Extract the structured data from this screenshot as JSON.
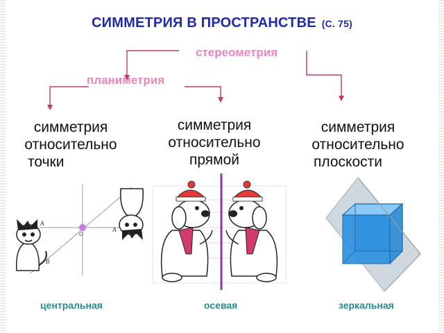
{
  "title": {
    "main": "СИММЕТРИЯ В ПРОСТРАНСТВЕ",
    "ref": "(С. 75)"
  },
  "branches": {
    "stereometry": "стереометрия",
    "planimetry": "планиметрия"
  },
  "columns": {
    "point": [
      "симметрия",
      "относительно",
      "точки"
    ],
    "line": [
      "симметрия",
      "относительно",
      "прямой"
    ],
    "plane": [
      "симметрия",
      "относительно",
      "плоскости"
    ]
  },
  "figure_labels": {
    "A": "A",
    "A1": "A",
    "B": "B",
    "O": "O"
  },
  "captions": {
    "central": "центральная",
    "axial": "осевая",
    "mirror": "зеркальная"
  },
  "colors": {
    "title": "#1f2aa8",
    "pink": "#e889b8",
    "connector": "#c23a63",
    "caption": "#2b8a8a",
    "axis": "#8a3aa8",
    "cube": "#1e88d6"
  }
}
